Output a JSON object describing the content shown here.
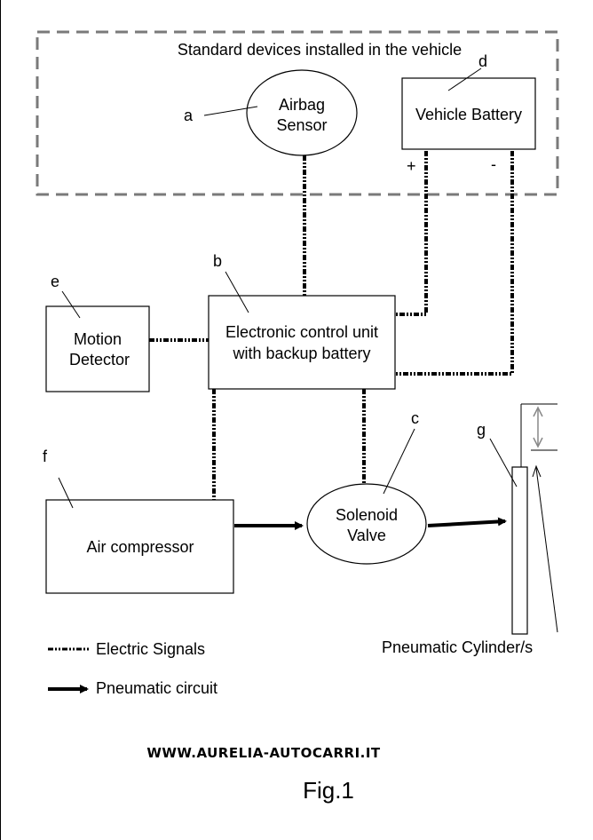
{
  "group": {
    "title": "Standard devices installed in the vehicle"
  },
  "nodes": {
    "airbag_sensor": {
      "line1": "Airbag",
      "line2": "Sensor",
      "letter": "a"
    },
    "vehicle_battery": {
      "label": "Vehicle Battery",
      "letter": "d",
      "plus": "+",
      "minus": "-"
    },
    "ecu": {
      "line1": "Electronic control unit",
      "line2": "with backup battery",
      "letter": "b"
    },
    "motion_detector": {
      "line1": "Motion",
      "line2": "Detector",
      "letter": "e"
    },
    "air_compressor": {
      "label": "Air compressor",
      "letter": "f"
    },
    "solenoid_valve": {
      "line1": "Solenoid",
      "line2": "Valve",
      "letter": "c"
    },
    "pneumatic_cylinder": {
      "label": "Pneumatic Cylinder/s",
      "letter": "g"
    }
  },
  "legend": {
    "electric": "Electric Signals",
    "pneumatic": "Pneumatic circuit"
  },
  "footer": {
    "website": "WWW.AURELIA-AUTOCARRI.IT",
    "figure": "Fig.1"
  }
}
